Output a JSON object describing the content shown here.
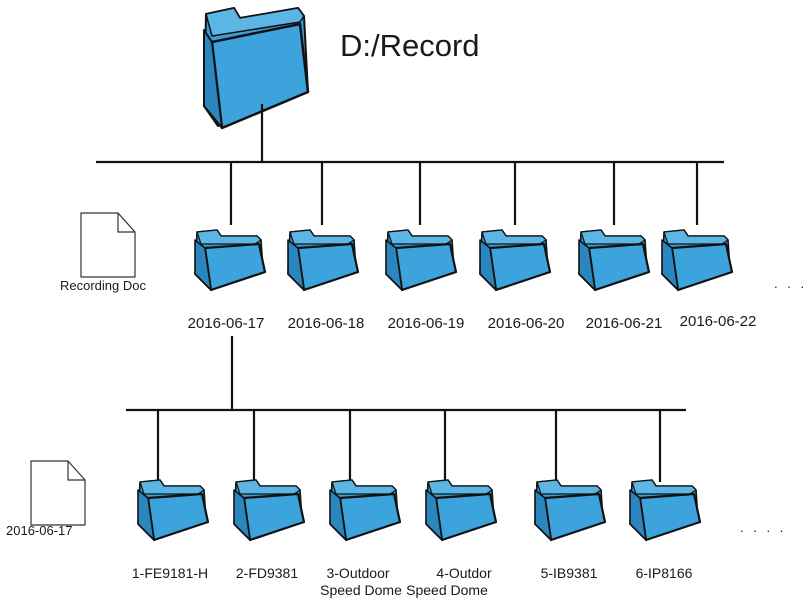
{
  "root": {
    "path": "D:/Record",
    "icon": "folder-icon"
  },
  "level1": {
    "doc_label": "Recording Doc",
    "doc_icon": "document-icon",
    "folders": [
      {
        "label": "2016-06-17"
      },
      {
        "label": "2016-06-18"
      },
      {
        "label": "2016-06-19"
      },
      {
        "label": "2016-06-20"
      },
      {
        "label": "2016-06-21"
      },
      {
        "label": "2016-06-22"
      }
    ],
    "more": ". . ."
  },
  "level2": {
    "doc_label": "2016-06-17",
    "doc_icon": "document-icon",
    "folders": [
      {
        "label": "1-FE9181-H"
      },
      {
        "label": "2-FD9381"
      },
      {
        "label": "3-Outdoor",
        "label2": "Speed Dome"
      },
      {
        "label": "4-Outdor",
        "label2": "Speed Dome"
      },
      {
        "label": "5-IB9381"
      },
      {
        "label": "6-IP8166"
      }
    ],
    "more": ". . . ."
  },
  "colors": {
    "folder_fill": "#3a9fd9",
    "folder_stroke": "#111111",
    "line": "#111111"
  }
}
